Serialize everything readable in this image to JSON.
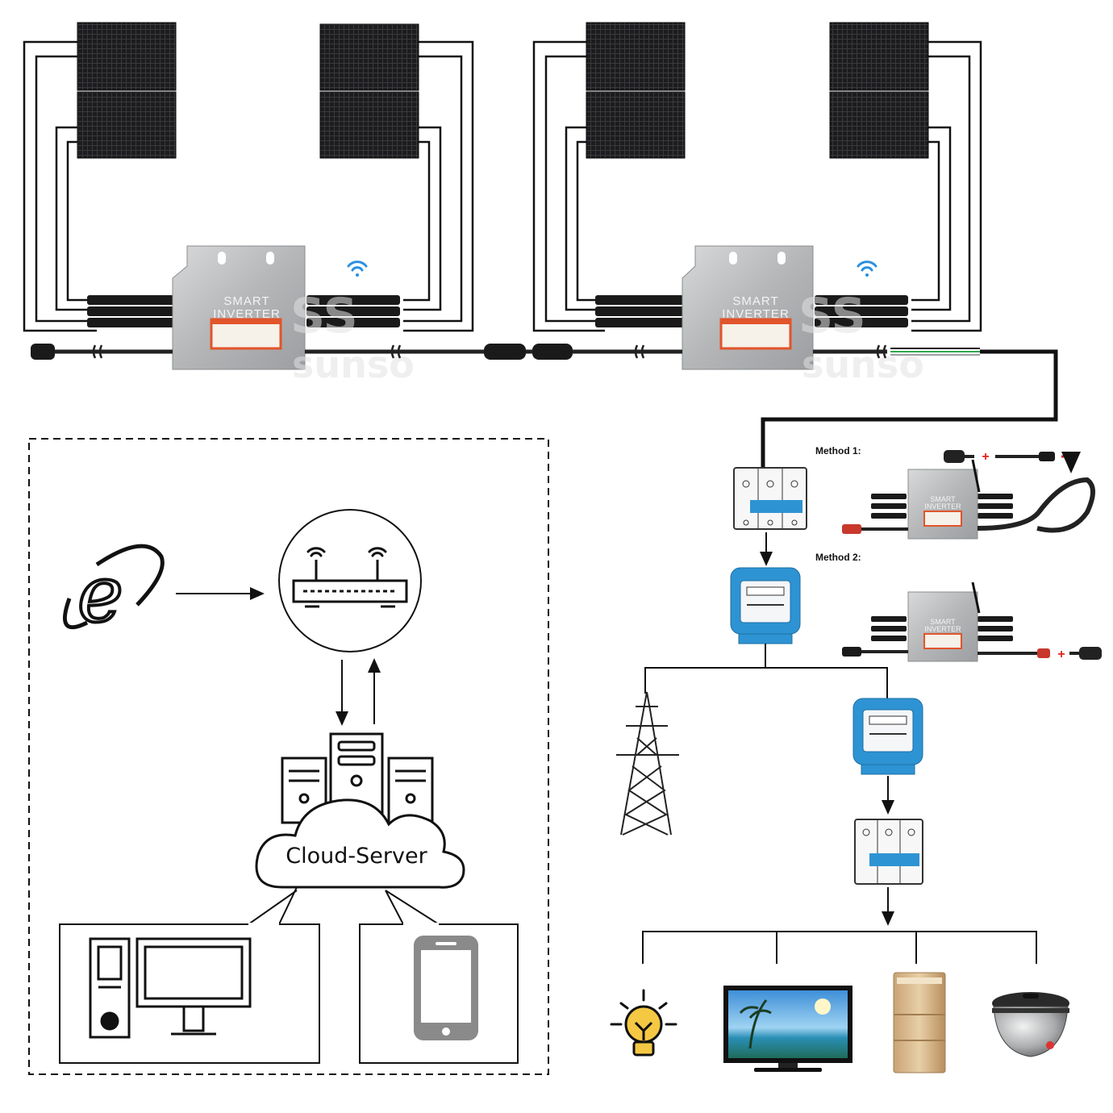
{
  "inverters": {
    "title_line1": "SMART",
    "title_line2": "INVERTER"
  },
  "watermark": {
    "logo": "SS",
    "brand": "sunso"
  },
  "methods": {
    "method1": "Method 1:",
    "method2": "Method 2:"
  },
  "polarity_mark": "+",
  "cloud": {
    "label": "Cloud-Server"
  },
  "icons": {
    "internet": "internet-explorer-icon",
    "router": "wifi-router-icon",
    "servers": "server-rack-icon",
    "computer": "desktop-computer-icon",
    "phone": "smartphone-icon",
    "grid": "power-pylon-icon",
    "bulb": "light-bulb-icon",
    "tv": "television-icon",
    "fridge": "refrigerator-icon",
    "cooker": "rice-cooker-icon",
    "meter": "energy-meter-icon",
    "breaker": "circuit-breaker-icon",
    "wifi": "wifi-signal-icon",
    "plug": "schuko-plug-icon"
  },
  "colors": {
    "panel": "#1b1b1d",
    "inverter": "#b9bbbd",
    "meter": "#2e93d3",
    "warning_label": "#e2542a",
    "live_wire": "#2fa84f",
    "plus_mark": "#e0241c",
    "phone": "#8a8a8a"
  }
}
